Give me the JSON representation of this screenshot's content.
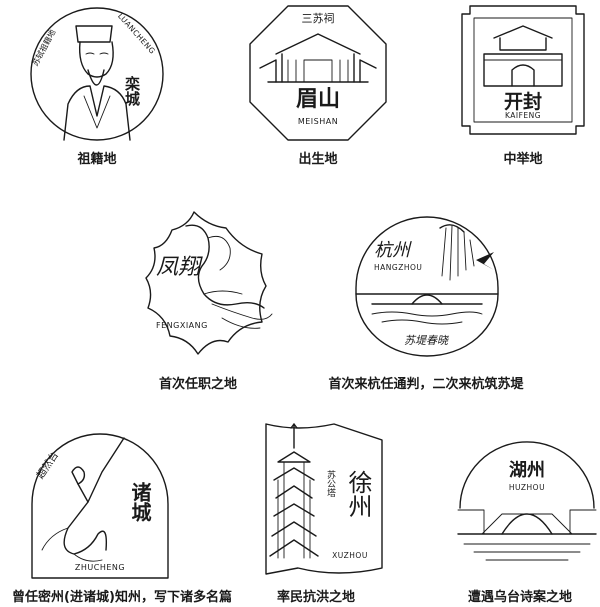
{
  "stamps": [
    {
      "id": "luancheng",
      "icon": "portrait-stamp",
      "title": "栾城",
      "arc_text_cn": "苏轼祖籍地",
      "arc_text_en": "LUANCHENG",
      "caption": "祖籍地"
    },
    {
      "id": "meishan",
      "icon": "temple-stamp",
      "top_text": "三苏祠",
      "title": "眉山",
      "en": "MEISHAN",
      "caption": "出生地"
    },
    {
      "id": "kaifeng",
      "icon": "city-gate-stamp",
      "title": "开封",
      "en": "KAIFENG",
      "caption": "中举地"
    },
    {
      "id": "fengxiang",
      "icon": "phoenix-stamp",
      "title": "凤翔",
      "en": "FENGXIANG",
      "caption": "首次任职之地"
    },
    {
      "id": "hangzhou",
      "icon": "willow-bridge-stamp",
      "title": "杭州",
      "en": "HANGZHOU",
      "subtitle": "苏堤春晓",
      "caption": "首次来杭任通判，二次来杭筑苏堤"
    },
    {
      "id": "zhucheng",
      "icon": "dancer-stamp",
      "title": "诸城",
      "tag": "超然台",
      "en": "ZHUCHENG",
      "caption": "曾任密州(进诸城)知州，写下诸多名篇"
    },
    {
      "id": "xuzhou",
      "icon": "pagoda-stamp",
      "title": "徐州",
      "tag": "苏公塔",
      "en": "XUZHOU",
      "caption": "率民抗洪之地"
    },
    {
      "id": "huzhou",
      "icon": "arch-bridge-stamp",
      "title": "湖州",
      "en": "HUZHOU",
      "caption": "遭遇乌台诗案之地"
    }
  ]
}
